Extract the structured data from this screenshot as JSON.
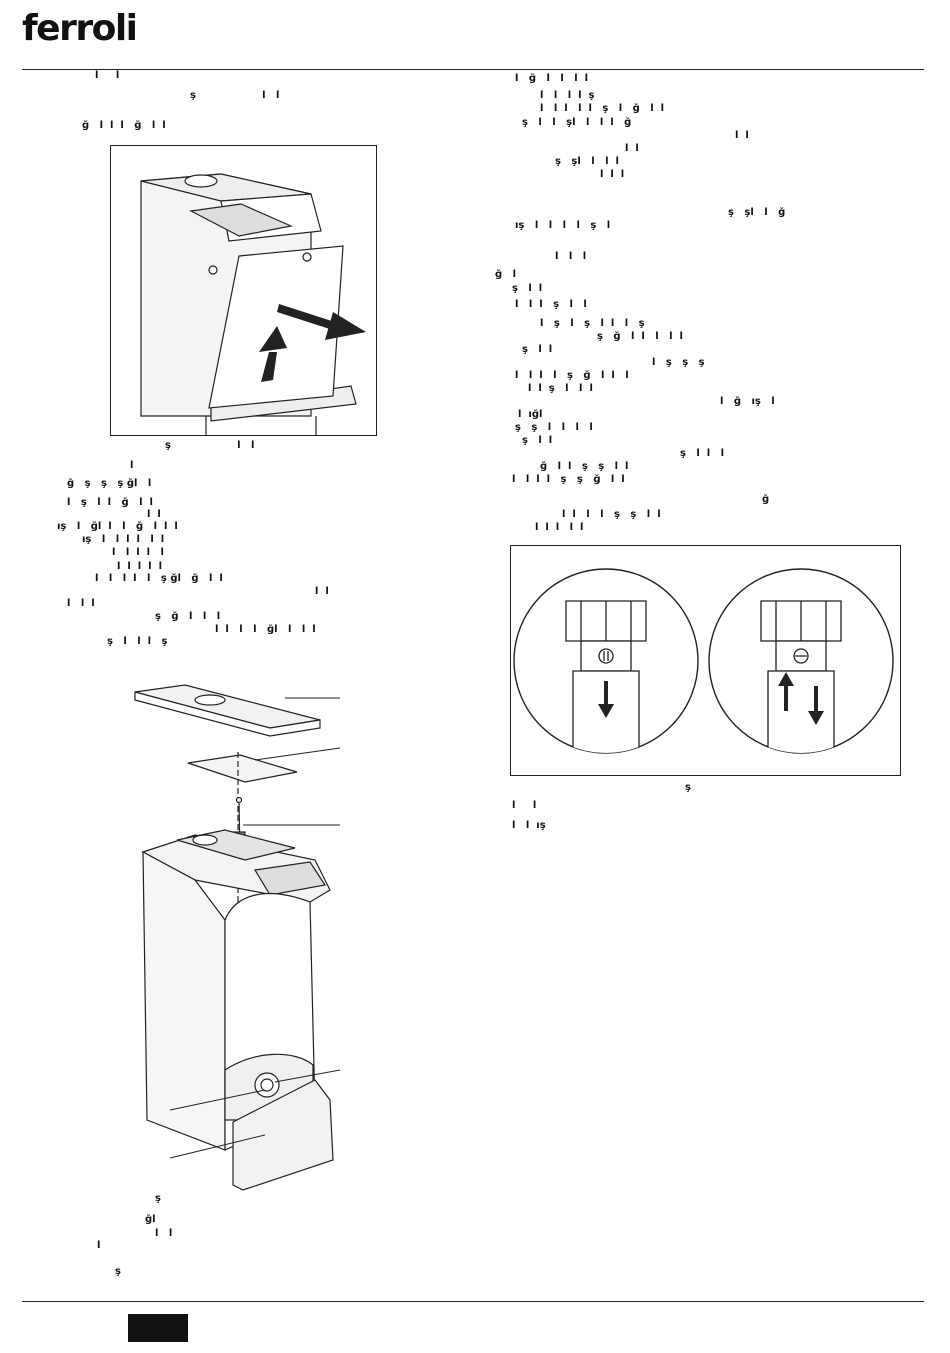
{
  "header": {
    "brand": "ferroli"
  },
  "colors": {
    "ink": "#111111",
    "paper": "#ffffff",
    "rule": "#222222"
  },
  "icons": [
    "brand-logo",
    "boiler-front-panel-figure",
    "boiler-exploded-view-figure",
    "valve-detail-figure",
    "arrow-icon"
  ],
  "left_column": {
    "para1": [
      "l     l",
      "ş                   l   l",
      "ğ   l  l  l   ğ   l  l"
    ],
    "fig1_caption": "ş                   l   l",
    "para2": [
      "l",
      "ğ   ş   ş   ş ğl   l",
      "l   ş   l  l   ğ   l  l",
      "l  l",
      "ış   l   ğl  l   l   ğ   l  l  l",
      "ış   l   l  l  l   l  l",
      "l   l  l  l   l",
      "l  l  l  l  l",
      "l   l   l  l   l   ş ğl   ğ   l  l",
      "l  l",
      "l   l  l",
      "ş   ğ   l   l   l",
      "l  l   l   l   ğl   l   l  l",
      "ş   l   l  l   ş"
    ],
    "fig2_notes": [
      "ş",
      "ğl",
      "l   l",
      "l",
      "ş"
    ]
  },
  "right_column": {
    "para1": [
      "l   ğ   l   l   l  l",
      "l   l   l  l  ş",
      "l   l  l   l  l   ş   l   ğ   l  l",
      "ş   l   l   şl   l   l  l   ğ",
      "l  l",
      "l  l",
      "ş   şl   l   l  l",
      "l  l  l"
    ],
    "para2": [
      "ş   şl   l   ğ",
      "ış   l   l   l   l   ş   l"
    ],
    "para3": [
      "l   l   l",
      "ğ   l",
      "ş   l  l"
    ],
    "para4": [
      "l   l  l   ş   l   l",
      "l   ş   l   ş   l  l   l   ş",
      "ş   ğ   l  l   l   l  l",
      "ş   l  l",
      "l   ş   ş   ş",
      "l   l  l   l   ş   ğ   l  l   l",
      "l  l  ş   l   l  l",
      "l   ğ   ış   l",
      "l  ığl",
      "ş   ş   l   l   l   l",
      "ş   l  l",
      "ş   l  l   l",
      "ğ   l  l   ş   ş   l  l",
      "l   l  l  l   ş   ş   ğ   l  l",
      "ğ",
      "l  l   l   l   ş   ş   l  l",
      "l  l  l   l  l"
    ],
    "fig3_caption": "ş",
    "notes": [
      "l     l",
      "l   l  ış"
    ]
  }
}
